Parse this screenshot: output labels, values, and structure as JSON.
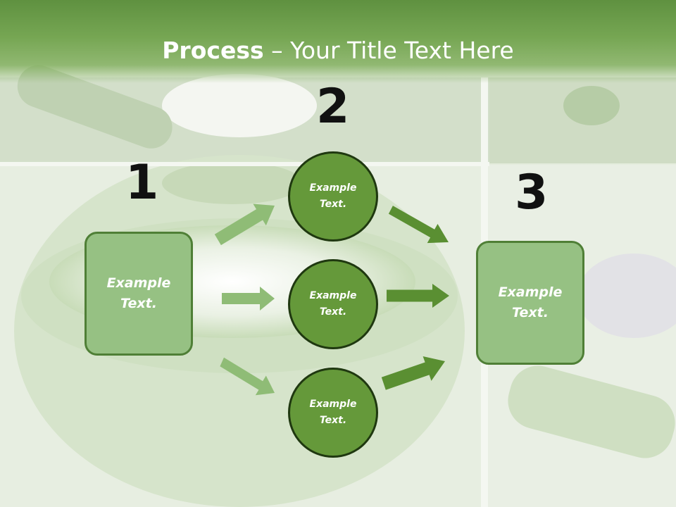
{
  "title": {
    "bold": "Process",
    "rest": " – Your Title Text Here"
  },
  "steps": {
    "one": {
      "number": "1",
      "label": "Example Text."
    },
    "two": {
      "number": "2",
      "items": [
        {
          "label": "Example Text."
        },
        {
          "label": "Example Text."
        },
        {
          "label": "Example Text."
        }
      ]
    },
    "three": {
      "number": "3",
      "label": "Example Text."
    }
  },
  "colors": {
    "header": "#6a9b48",
    "box_fill": "#96c183",
    "box_border": "#4f7f36",
    "circle_fill": "#65993a",
    "circle_border": "#1f3810",
    "arrow_light": "#8fbc76",
    "arrow_dark": "#5a8f32"
  }
}
